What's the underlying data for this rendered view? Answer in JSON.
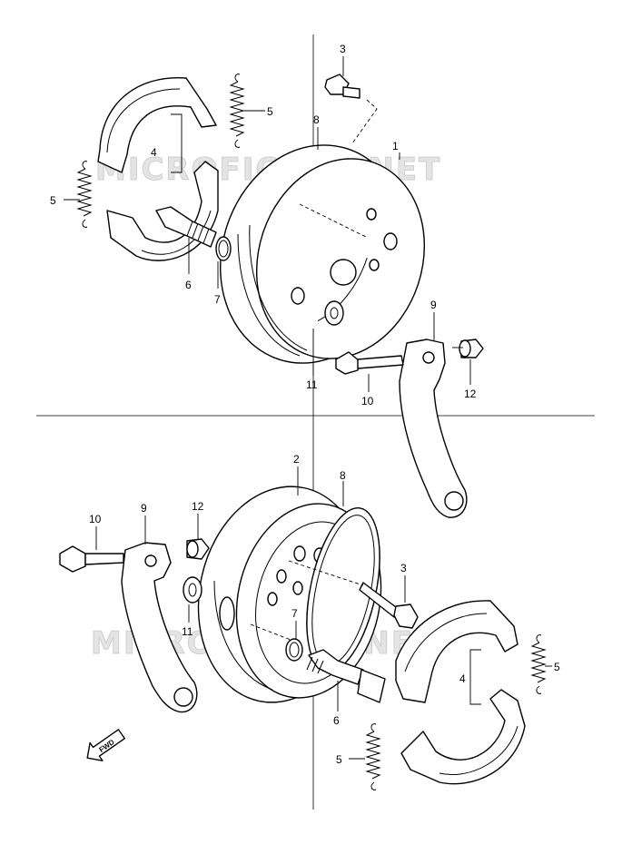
{
  "watermark": "MICROFICHES.NET",
  "fwd_label": "FWD",
  "callouts": {
    "top": [
      "1",
      "3",
      "4",
      "5",
      "5",
      "6",
      "7",
      "8",
      "9",
      "10",
      "11",
      "12"
    ],
    "bottom": [
      "2",
      "3",
      "4",
      "5",
      "5",
      "6",
      "7",
      "8",
      "9",
      "10",
      "11",
      "12"
    ]
  }
}
